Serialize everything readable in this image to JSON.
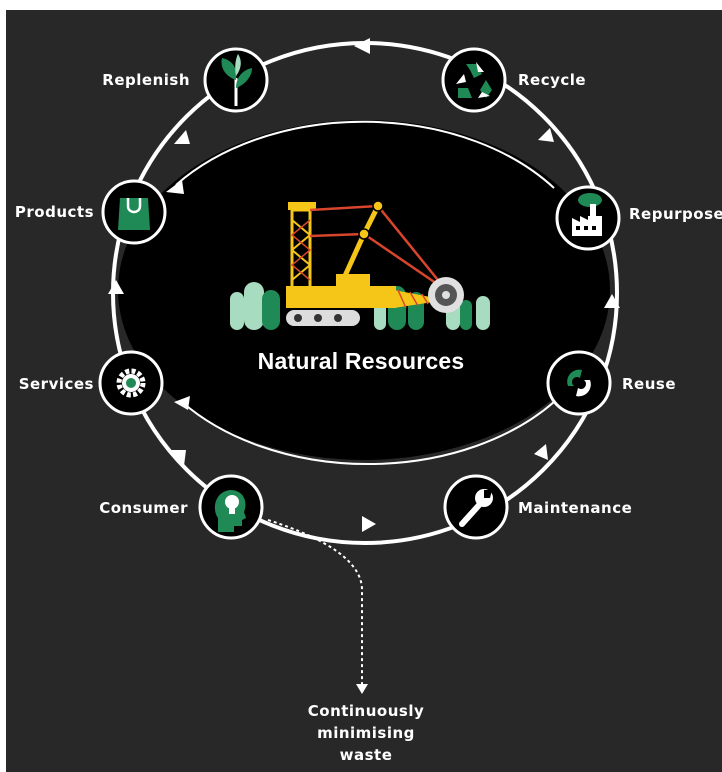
{
  "center": {
    "title": "Natural Resources"
  },
  "stages": [
    {
      "id": "replenish",
      "label": "Replenish",
      "icon": "sprout-icon"
    },
    {
      "id": "recycle",
      "label": "Recycle",
      "icon": "recycle-icon"
    },
    {
      "id": "products",
      "label": "Products",
      "icon": "shopping-bag-icon"
    },
    {
      "id": "repurpose",
      "label": "Repurpose",
      "icon": "factory-icon"
    },
    {
      "id": "services",
      "label": "Services",
      "icon": "gear-icon"
    },
    {
      "id": "reuse",
      "label": "Reuse",
      "icon": "reuse-arrows-icon"
    },
    {
      "id": "consumer",
      "label": "Consumer",
      "icon": "head-lightbulb-icon"
    },
    {
      "id": "maintenance",
      "label": "Maintenance",
      "icon": "wrench-icon"
    }
  ],
  "waste": {
    "lines": [
      "Continuously",
      "minimising",
      "waste"
    ]
  },
  "colors": {
    "background": "#282828",
    "ellipse": "#000000",
    "ring": "#ffffff",
    "accent_green": "#1f8a55",
    "light_green": "#a8dcc0",
    "machine_yellow": "#f5c518",
    "machine_red": "#d9462b"
  }
}
